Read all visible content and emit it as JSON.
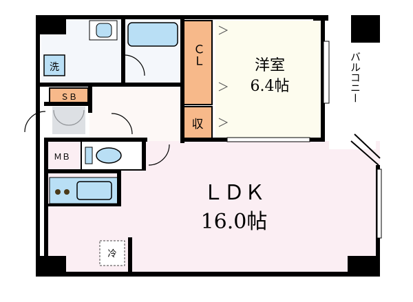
{
  "rooms": {
    "western": {
      "name": "洋室",
      "size": "6.4帖"
    },
    "ldk": {
      "name": "ＬＤＫ",
      "size": "16.0帖"
    },
    "closet": {
      "label": "ＣＬ"
    },
    "storage": {
      "label": "収"
    },
    "shoe_box": {
      "label": "ＳＢ"
    },
    "meter_box": {
      "label": "ＭＢ"
    },
    "balcony": {
      "label": "バルコニー"
    },
    "washer": {
      "label": "洗"
    },
    "fridge": {
      "label": "冷"
    }
  },
  "colors": {
    "wall": "#000000",
    "ldk_floor": "#fbeef3",
    "western_floor": "#fdfcee",
    "wet_floor": "#f4f7fb",
    "closet_fill": "#f7b98a",
    "fixture": "#b9dff5",
    "background": "#ffffff"
  }
}
